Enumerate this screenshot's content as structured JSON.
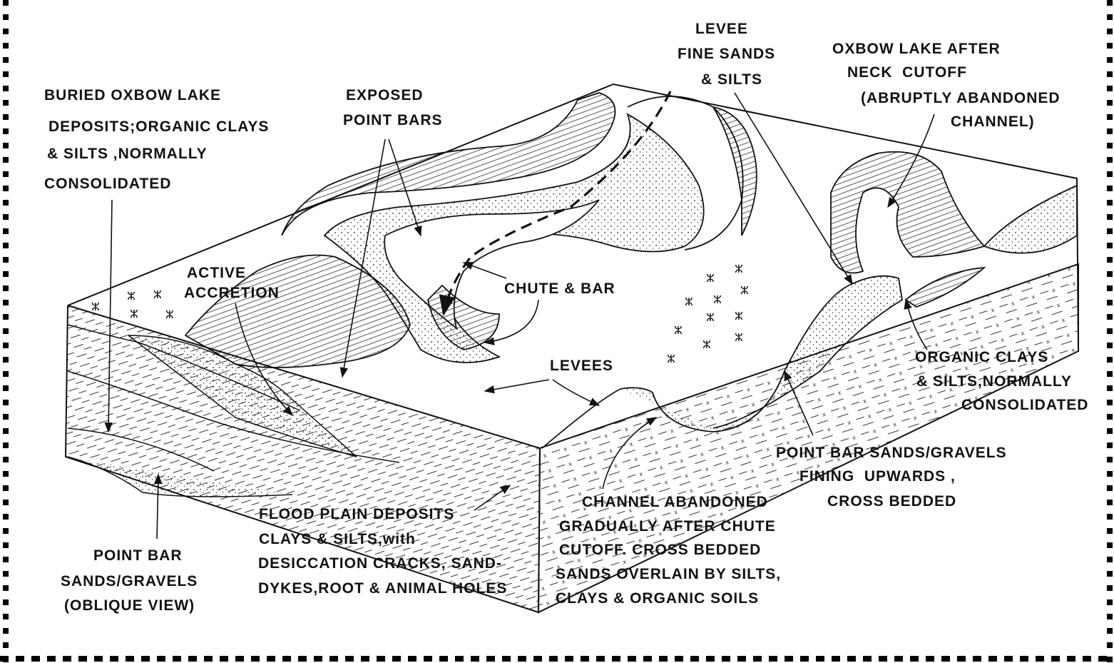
{
  "labels": {
    "buried_oxbow": [
      "BURIED OXBOW LAKE",
      "DEPOSITS;ORGANIC CLAYS",
      "& SILTS ,NORMALLY",
      "CONSOLIDATED"
    ],
    "exposed_point_bars": [
      "EXPOSED",
      "POINT BARS"
    ],
    "levee_fine": [
      "LEVEE",
      "FINE SANDS",
      "& SILTS"
    ],
    "oxbow_after": [
      "OXBOW LAKE AFTER",
      "NECK  CUTOFF",
      "(ABRUPTLY ABANDONED",
      "CHANNEL)"
    ],
    "active_accretion": [
      "ACTIVE",
      "ACCRETION"
    ],
    "chute_bar": [
      "CHUTE & BAR"
    ],
    "levees": [
      "LEVEES"
    ],
    "organic_clays": [
      "ORGANIC CLAYS",
      "& SILTS,NORMALLY",
      "CONSOLIDATED"
    ],
    "point_bar_fining": [
      "POINT BAR SANDS/GRAVELS",
      "FINING  UPWARDS ,",
      "CROSS BEDDED"
    ],
    "channel_abandoned": [
      "CHANNEL ABANDONED",
      "GRADUALLY AFTER CHUTE",
      "CUTOFF. CROSS BEDDED",
      "SANDS OVERLAIN BY SILTS,",
      "CLAYS & ORGANIC SOILS"
    ],
    "flood_plain": [
      "FLOOD PLAIN DEPOSITS",
      "CLAYS & SILTS,with",
      "DESICCATION CRACKS, SAND-",
      "DYKES,ROOT & ANIMAL HOLES"
    ],
    "point_bar_oblique": [
      "POINT BAR",
      "SANDS/GRAVELS",
      "(OBLIQUE VIEW)"
    ]
  }
}
